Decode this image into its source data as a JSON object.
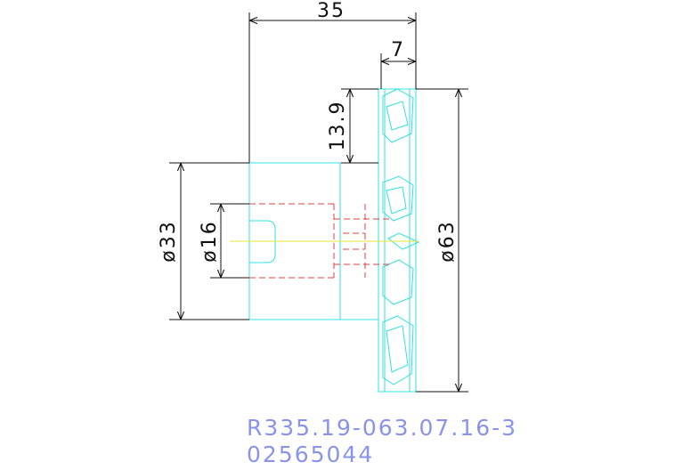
{
  "colors": {
    "geometry": "#33e0e0",
    "dimension": "#111111",
    "hidden": "#e04040",
    "centerline": "#e6e62e",
    "label": "#8a93ea"
  },
  "drawing": {
    "dimensions": {
      "overall_length": "35",
      "insert_width": "7",
      "offset": "13.9",
      "hub_diameter": "ø33",
      "bore_diameter": "ø16",
      "cutter_diameter": "ø63"
    },
    "part_number": "R335.19-063.07.16-3",
    "code": "02565044"
  }
}
